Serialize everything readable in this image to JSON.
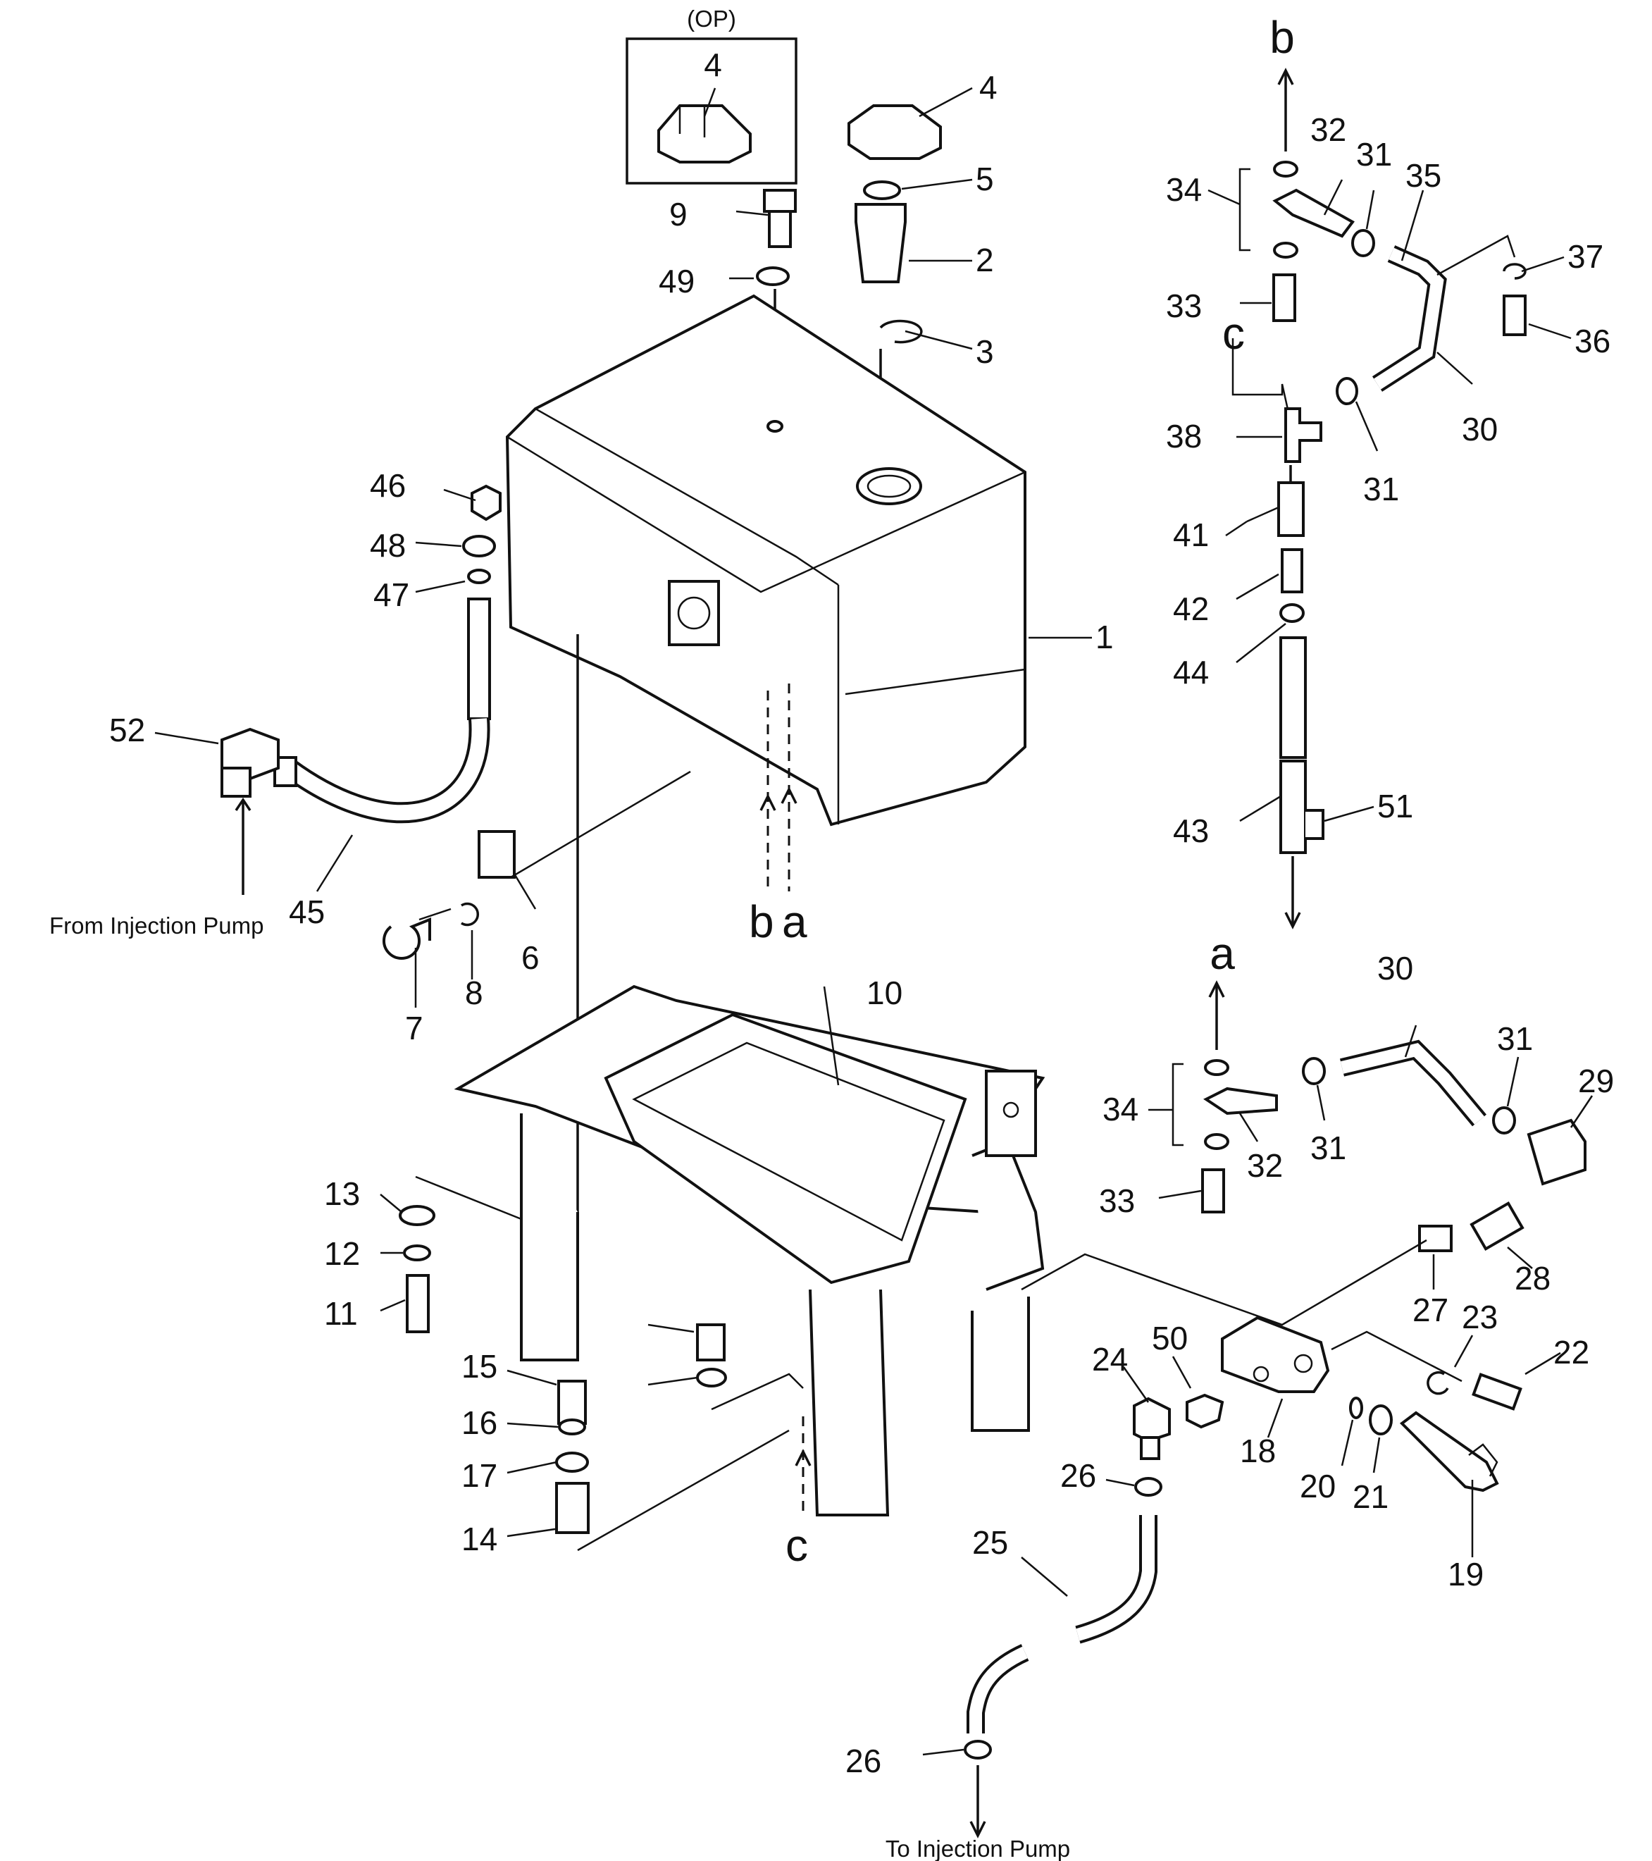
{
  "option_label": "(OP)",
  "notes": {
    "from_injection_pump": "From Injection Pump",
    "to_injection_pump": "To Injection Pump"
  },
  "connection_letters": {
    "a_top": "a",
    "b_top": "b",
    "c_top": "c",
    "a_bottom": "a",
    "b_bottom": "b",
    "c_bottom": "c"
  },
  "callouts": {
    "p1": "1",
    "p2": "2",
    "p3": "3",
    "p4_op": "4",
    "p4": "4",
    "p5": "5",
    "p6": "6",
    "p7": "7",
    "p8": "8",
    "p9": "9",
    "p10": "10",
    "p11": "11",
    "p12": "12",
    "p13": "13",
    "p14": "14",
    "p15": "15",
    "p16": "16",
    "p17": "17",
    "p18": "18",
    "p19": "19",
    "p20": "20",
    "p21": "21",
    "p22": "22",
    "p23": "23",
    "p24": "24",
    "p25": "25",
    "p26a": "26",
    "p26b": "26",
    "p27": "27",
    "p28": "28",
    "p29": "29",
    "p30a": "30",
    "p30b": "30",
    "p31a": "31",
    "p31b": "31",
    "p31c": "31",
    "p31d": "31",
    "p32a": "32",
    "p32b": "32",
    "p33a": "33",
    "p33b": "33",
    "p34a": "34",
    "p34b": "34",
    "p35": "35",
    "p36": "36",
    "p37": "37",
    "p38": "38",
    "p41": "41",
    "p42": "42",
    "p43": "43",
    "p44": "44",
    "p45": "45",
    "p46": "46",
    "p47": "47",
    "p48": "48",
    "p49": "49",
    "p50": "50",
    "p51": "51",
    "p52": "52"
  }
}
